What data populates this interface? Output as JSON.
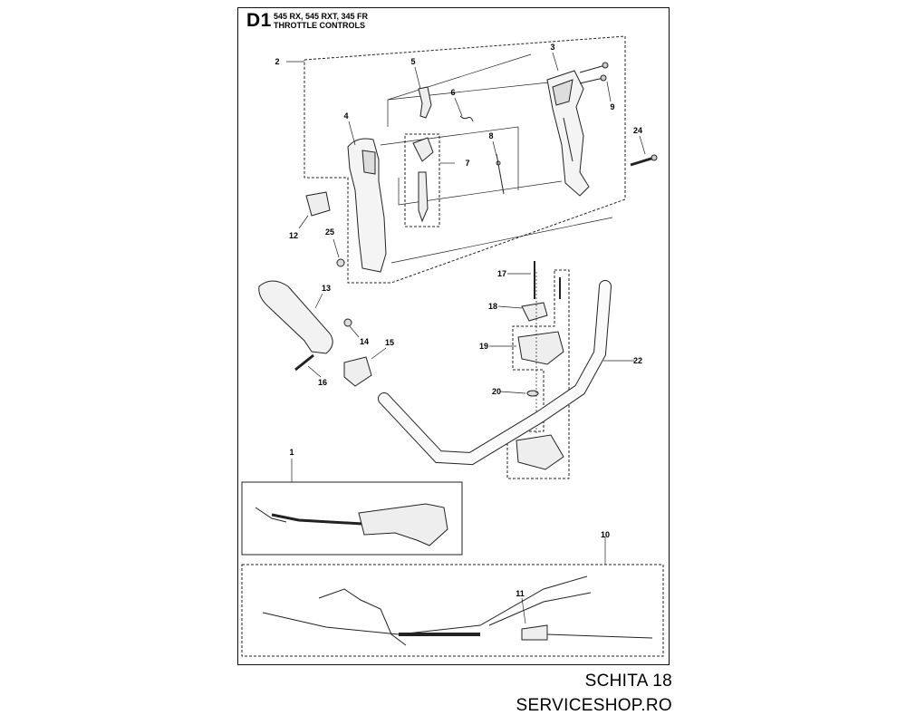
{
  "header": {
    "code": "D1",
    "models": "545 RX, 545 RXT, 345 FR",
    "title": "THROTTLE CONTROLS"
  },
  "callouts": [
    {
      "id": "c1",
      "label": "1"
    },
    {
      "id": "c2",
      "label": "2"
    },
    {
      "id": "c3",
      "label": "3"
    },
    {
      "id": "c4",
      "label": "4"
    },
    {
      "id": "c5",
      "label": "5"
    },
    {
      "id": "c6",
      "label": "6"
    },
    {
      "id": "c7",
      "label": "7"
    },
    {
      "id": "c8",
      "label": "8"
    },
    {
      "id": "c9",
      "label": "9"
    },
    {
      "id": "c10",
      "label": "10"
    },
    {
      "id": "c11",
      "label": "11"
    },
    {
      "id": "c12",
      "label": "12"
    },
    {
      "id": "c13",
      "label": "13"
    },
    {
      "id": "c14",
      "label": "14"
    },
    {
      "id": "c15",
      "label": "15"
    },
    {
      "id": "c16",
      "label": "16"
    },
    {
      "id": "c17",
      "label": "17"
    },
    {
      "id": "c18",
      "label": "18"
    },
    {
      "id": "c19",
      "label": "19"
    },
    {
      "id": "c20",
      "label": "20"
    },
    {
      "id": "c22",
      "label": "22"
    },
    {
      "id": "c24",
      "label": "24"
    },
    {
      "id": "c25",
      "label": "25"
    }
  ],
  "footer": {
    "line1": "SCHITA 18",
    "line2": "SERVICESHOP.RO"
  }
}
